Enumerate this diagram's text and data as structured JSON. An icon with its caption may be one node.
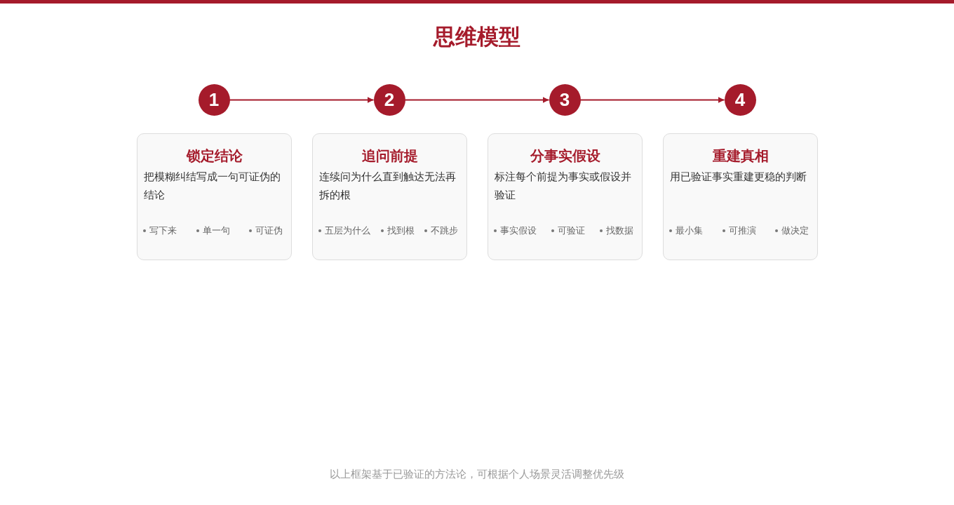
{
  "diagram": {
    "title": "思维模型",
    "caption": "以上框架基于已验证的方法论，可根据个人场景灵活调整优先级",
    "nodes": [
      {
        "text": [
          "1"
        ]
      },
      {
        "text": [
          "2"
        ]
      },
      {
        "text": [
          "3"
        ]
      },
      {
        "text": [
          "4"
        ]
      },
      {
        "text": [
          "锁定结论",
          "把模糊纠结写成一句可证伪的结论",
          "写下来",
          "单一句",
          "可证伪"
        ]
      },
      {
        "text": [
          "追问前提",
          "连续问为什么直到触达无法再拆的根",
          "五层为什么",
          "找到根",
          "不跳步"
        ]
      },
      {
        "text": [
          "分事实假设",
          "标注每个前提为事实或假设并验证",
          "事实假设",
          "可验证",
          "找数据"
        ]
      },
      {
        "text": [
          "重建真相",
          "用已验证事实重建更稳的判断",
          "最小集",
          "可推演",
          "做决定"
        ]
      }
    ],
    "edges": [
      {
        "from": 0,
        "to": 1,
        "arrow": "to"
      },
      {
        "from": 1,
        "to": 2,
        "arrow": "to"
      },
      {
        "from": 2,
        "to": 3,
        "arrow": "to"
      }
    ]
  }
}
